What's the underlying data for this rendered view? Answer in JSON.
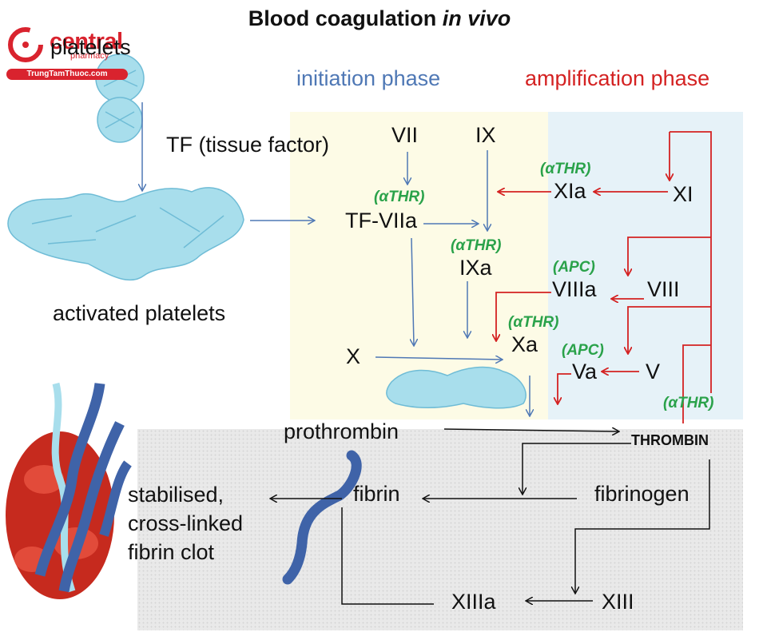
{
  "title_main": "Blood coagulation ",
  "title_italic": "in vivo",
  "logo": {
    "name": "central",
    "sub": "pharmacy",
    "site": "TrungTamThuoc.com"
  },
  "phases": {
    "initiation": "initiation phase",
    "amplification": "amplification phase"
  },
  "labels": {
    "platelets": "platelets",
    "tf": "TF (tissue factor)",
    "activated_platelets": "activated platelets",
    "vii": "VII",
    "ix": "IX",
    "tf_viia": "TF-VIIa",
    "ixa": "IXa",
    "x": "X",
    "xa": "Xa",
    "xia": "XIa",
    "xi": "XI",
    "viiia": "VIIIa",
    "viii": "VIII",
    "va": "Va",
    "v": "V",
    "prothrombin": "prothrombin",
    "thrombin": "THROMBIN",
    "fibrin": "fibrin",
    "fibrinogen": "fibrinogen",
    "clot_line1": "stabilised,",
    "clot_line2": "cross-linked",
    "clot_line3": "fibrin clot",
    "xiiia": "XIIIa",
    "xiii": "XIII"
  },
  "cofactors": {
    "athr_tf": "(αTHR)",
    "athr_ixa": "(αTHR)",
    "athr_xia": "(αTHR)",
    "apc_viiia": "(APC)",
    "athr_xa": "(αTHR)",
    "apc_va": "(APC)",
    "athr_thrombin": "(αTHR)"
  },
  "colors": {
    "initiation": "#4f78b5",
    "amplification": "#d42222",
    "cofactor": "#2aa24a",
    "platelet": "#8fd3e6",
    "fibrin": "#3f63a8",
    "brand": "#d9232e"
  }
}
